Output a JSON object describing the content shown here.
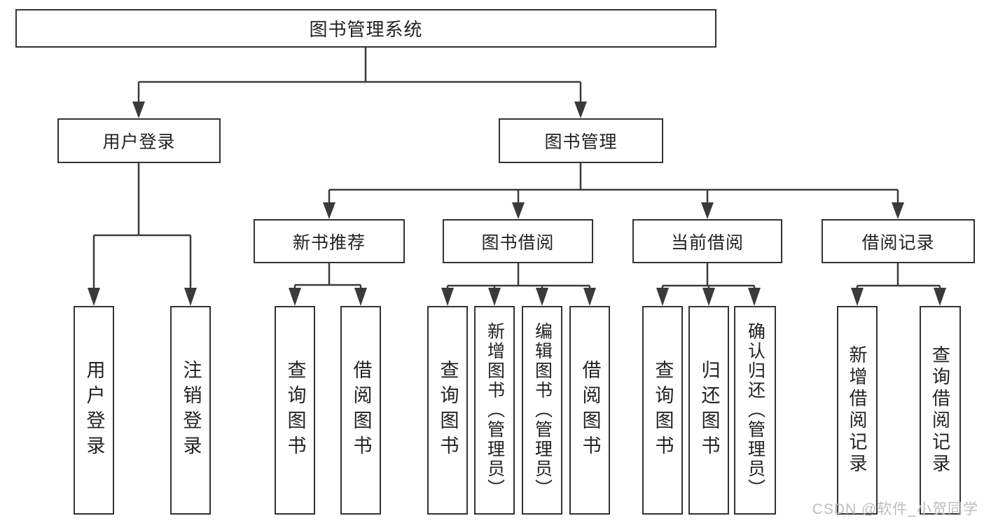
{
  "tree": {
    "root": {
      "label": "图书管理系统"
    },
    "user_login": {
      "label": "用户登录",
      "children": [
        {
          "label": "用户登录"
        },
        {
          "label": "注销登录"
        }
      ]
    },
    "book_management": {
      "label": "图书管理",
      "sections": [
        {
          "label": "新书推荐",
          "children": [
            {
              "label": "查询图书"
            },
            {
              "label": "借阅图书"
            }
          ]
        },
        {
          "label": "图书借阅",
          "children": [
            {
              "label": "查询图书"
            },
            {
              "label": "新增图书（管理员）"
            },
            {
              "label": "编辑图书（管理员）"
            },
            {
              "label": "借阅图书"
            }
          ]
        },
        {
          "label": "当前借阅",
          "children": [
            {
              "label": "查询图书"
            },
            {
              "label": "归还图书"
            },
            {
              "label": "确认归还（管理员）"
            }
          ]
        },
        {
          "label": "借阅记录",
          "children": [
            {
              "label": "新增借阅记录"
            },
            {
              "label": "查询借阅记录"
            }
          ]
        }
      ]
    }
  },
  "watermark": {
    "text": "CSDN @软件_小贺同学"
  },
  "colors": {
    "line": "#3a3a3a",
    "box_border": "#333333",
    "text": "#222222",
    "background": "#ffffff",
    "watermark": "#bdbdbd"
  }
}
